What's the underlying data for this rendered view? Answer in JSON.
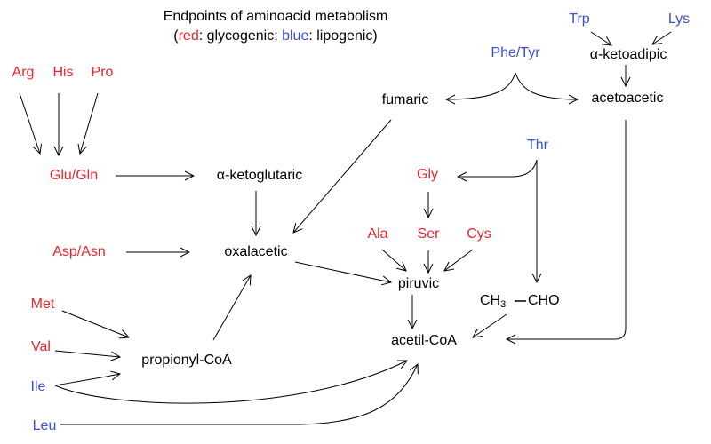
{
  "title": {
    "line1": "Endpoints of aminoacid metabolism",
    "open_paren": "(",
    "red_word": "red",
    "red_desc": ": glycogenic; ",
    "blue_word": "blue",
    "blue_desc": ": lipogenic)"
  },
  "colors": {
    "glycogenic": "#e8262d",
    "lipogenic": "#3b4ed8",
    "metabolite": "#000000"
  },
  "nodes": {
    "arg": "Arg",
    "his": "His",
    "pro": "Pro",
    "glu_gln": "Glu/Gln",
    "alpha_ketoglutaric": "α-ketoglutaric",
    "asp_asn": "Asp/Asn",
    "oxalacetic": "oxalacetic",
    "met": "Met",
    "val": "Val",
    "ile": "Ile",
    "leu": "Leu",
    "propionyl_coa": "propionyl-CoA",
    "fumaric": "fumaric",
    "phe_tyr": "Phe/Tyr",
    "trp": "Trp",
    "lys": "Lys",
    "alpha_ketoadipic": "α-ketoadipic",
    "acetoacetic": "acetoacetic",
    "thr": "Thr",
    "gly": "Gly",
    "ala": "Ala",
    "ser": "Ser",
    "cys": "Cys",
    "piruvic": "piruvic",
    "ch3": "CH",
    "ch3_sub": "3",
    "cho": "CHO",
    "acetil_coa": "acetil-CoA"
  }
}
